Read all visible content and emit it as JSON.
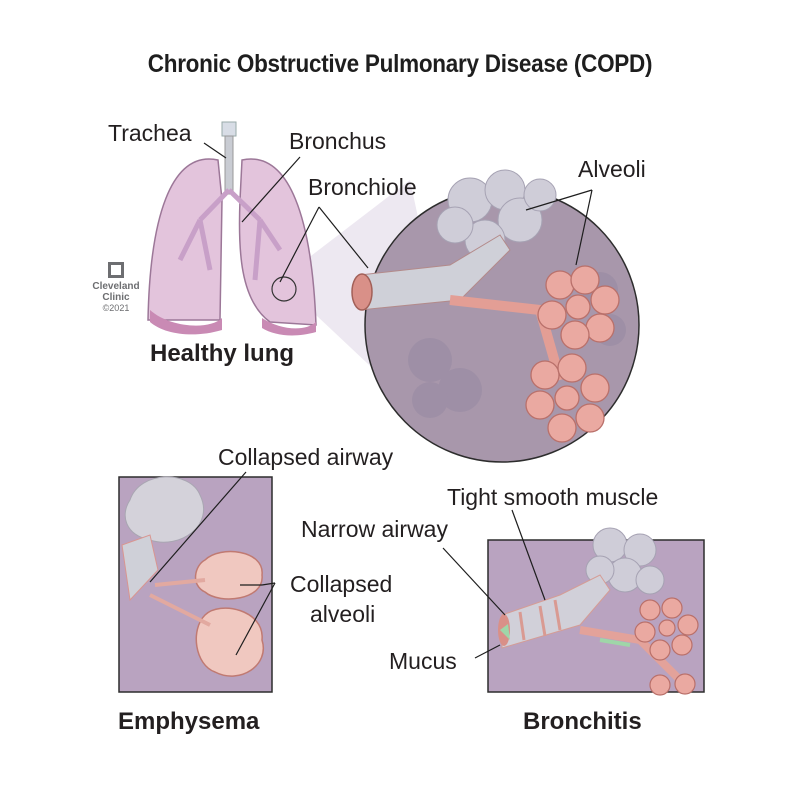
{
  "title": "Chronic Obstructive Pulmonary Disease (COPD)",
  "healthy": {
    "caption": "Healthy lung",
    "labels": {
      "trachea": "Trachea",
      "bronchus": "Bronchus",
      "bronchiole": "Bronchiole",
      "alveoli": "Alveoli"
    }
  },
  "emphysema": {
    "caption": "Emphysema",
    "labels": {
      "collapsed_airway": "Collapsed airway",
      "collapsed_alveoli_line1": "Collapsed",
      "collapsed_alveoli_line2": "alveoli"
    }
  },
  "bronchitis": {
    "caption": "Bronchitis",
    "labels": {
      "tight_smooth_muscle": "Tight smooth muscle",
      "narrow_airway": "Narrow airway",
      "mucus": "Mucus"
    }
  },
  "logo": {
    "name_line1": "Cleveland",
    "name_line2": "Clinic",
    "copyright": "©2021"
  },
  "colors": {
    "panel_purple": "#b9a3c0",
    "lung_pink": "#e5c6dd",
    "alveoli_pink": "#e9a9a3",
    "alveoli_gray": "#d5d3dc",
    "mucus_green": "#9fd6a8"
  }
}
